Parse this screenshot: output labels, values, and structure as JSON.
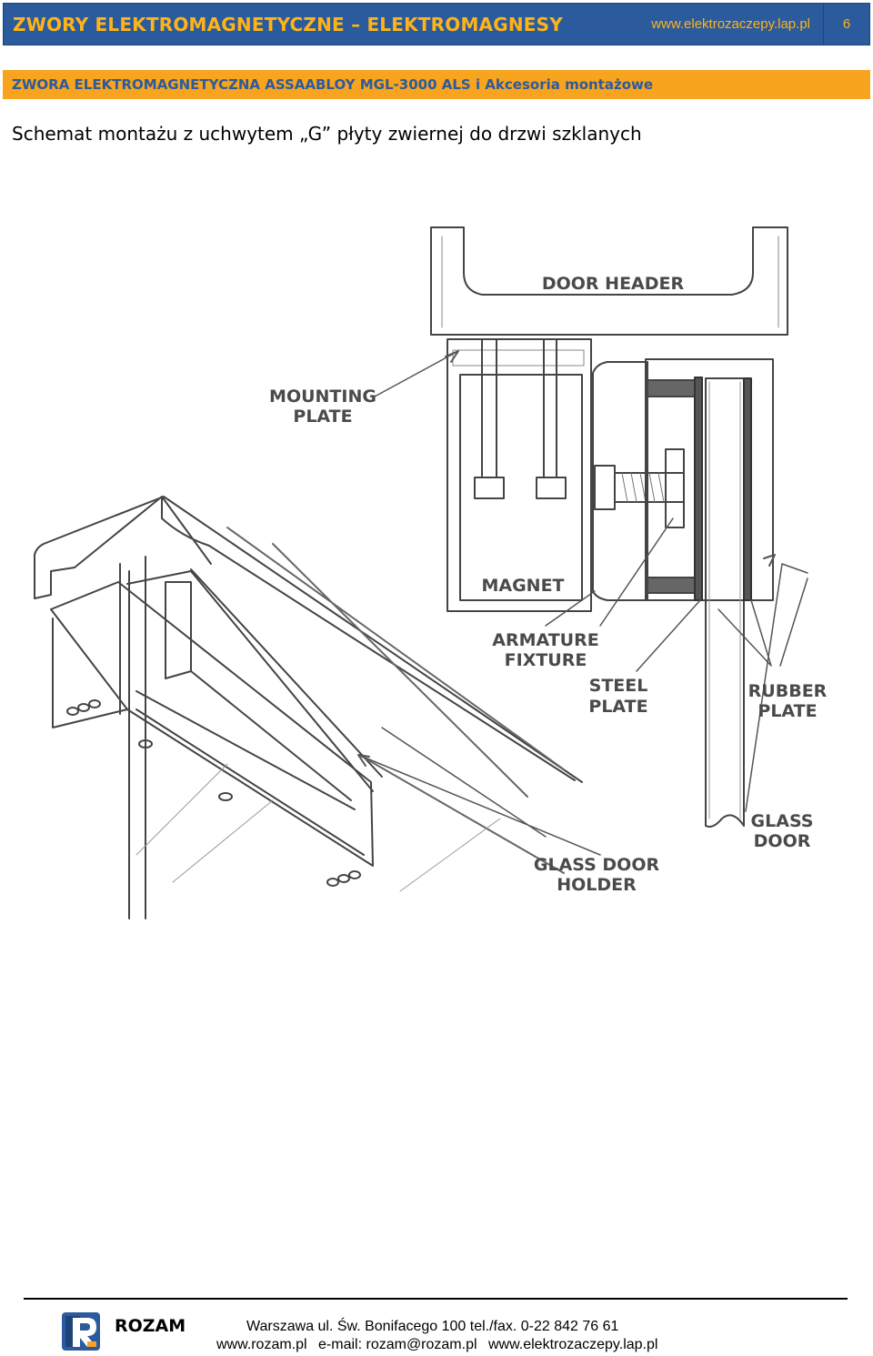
{
  "header": {
    "title": "ZWORY ELEKTROMAGNETYCZNE – ELEKTROMAGNESY",
    "url": "www.elektrozaczepy.lap.pl",
    "page_number": "6"
  },
  "section": {
    "title": "ZWORA ELEKTROMAGNETYCZNA ASSAABLOY MGL-3000 ALS i Akcesoria montażowe"
  },
  "heading": "Schemat montażu z uchwytem „G” płyty zwiernej do drzwi szklanych",
  "diagram": {
    "labels": {
      "door_header": "DOOR HEADER",
      "mounting_plate_1": "MOUNTING",
      "mounting_plate_2": "PLATE",
      "magnet": "MAGNET",
      "armature_fixture_1": "ARMATURE",
      "armature_fixture_2": "FIXTURE",
      "steel_plate_1": "STEEL",
      "steel_plate_2": "PLATE",
      "rubber_plate_1": "RUBBER",
      "rubber_plate_2": "PLATE",
      "glass_door_1": "GLASS",
      "glass_door_2": "DOOR",
      "glass_door_holder_1": "GLASS DOOR",
      "glass_door_holder_2": "HOLDER"
    }
  },
  "footer": {
    "brand": "ROZAM",
    "address": "Warszawa ul. Św. Bonifacego 100  tel./fax. 0-22 842 76 61",
    "website": "www.rozam.pl",
    "email": "e-mail: rozam@rozam.pl",
    "website2": "www.elektrozaczepy.lap.pl"
  },
  "colors": {
    "header_bg": "#2b5b9c",
    "header_text": "#ffb319",
    "section_bg": "#f8a41e",
    "section_text": "#2b5b9c"
  }
}
